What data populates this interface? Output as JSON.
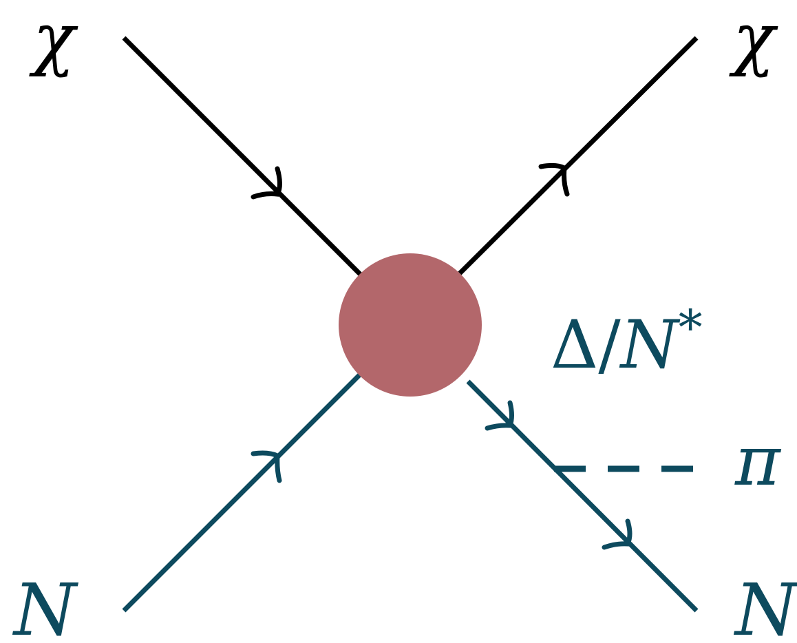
{
  "diagram": {
    "labels": {
      "chi_in": "χ",
      "chi_out": "χ",
      "nucleon_in": "N",
      "nucleon_out": "N",
      "resonance_delta": "Δ",
      "resonance_slash": "/",
      "resonance_nstar": "N",
      "resonance_star": "*",
      "pion": "π"
    },
    "colors": {
      "dark_matter_line": "#000000",
      "nucleon_line": "#0d4a5e",
      "vertex_blob": "#b3676b",
      "background": "#ffffff"
    }
  }
}
